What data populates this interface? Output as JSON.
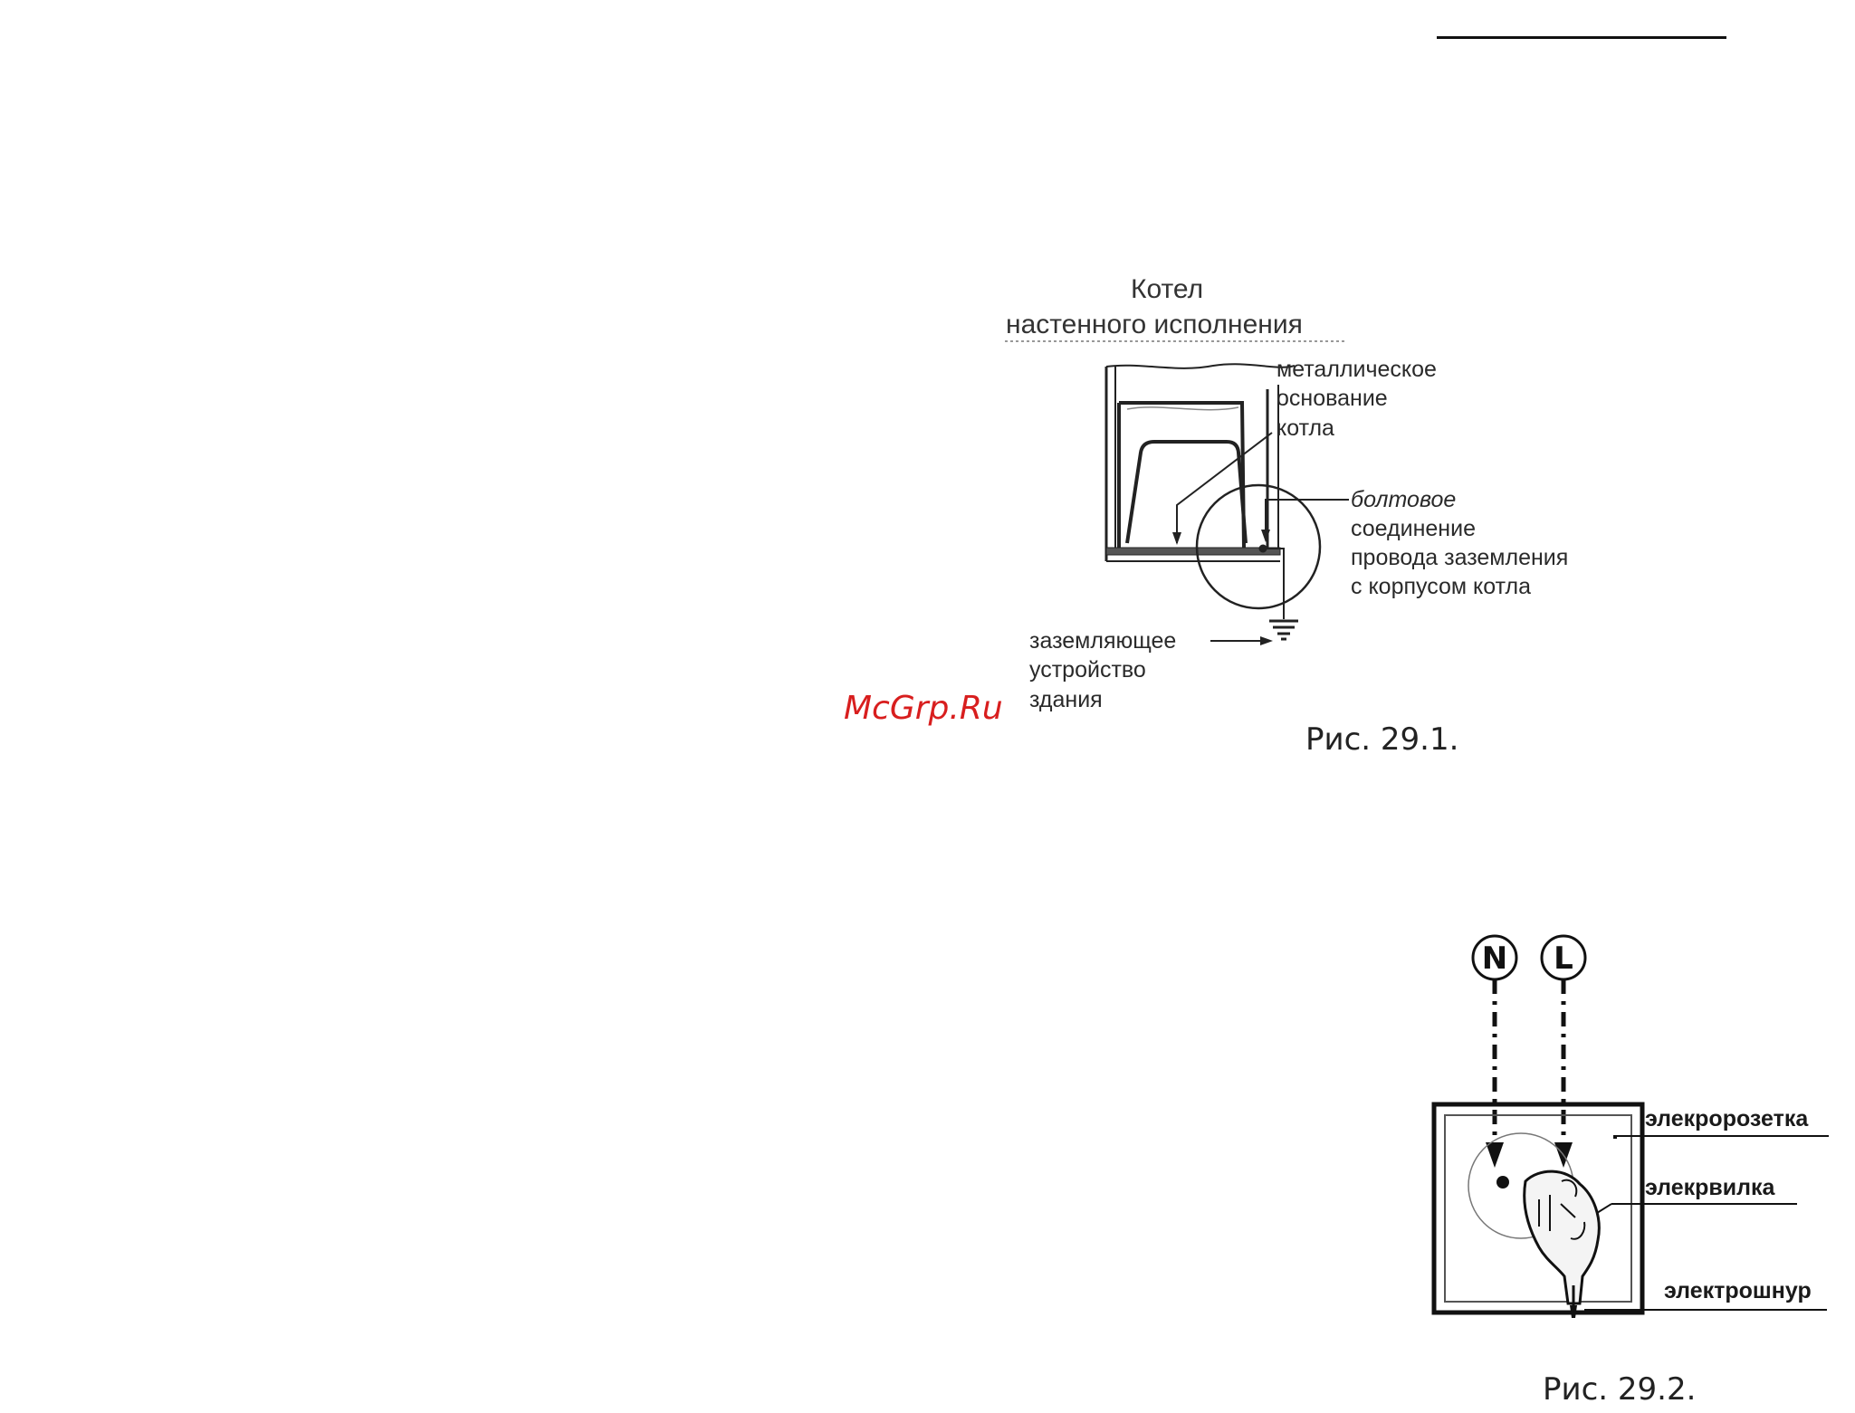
{
  "watermark": "McGrp.Ru",
  "figure_1": {
    "title_line1": "Котел",
    "title_line2": "настенного исполнения",
    "label_base_line1": "металлическое",
    "label_base_line2": "основание",
    "label_base_line3": "котла",
    "label_bolt_line1": "болтовое",
    "label_bolt_line2": "соединение",
    "label_bolt_line3": "провода заземления",
    "label_bolt_line4": "с корпусом котла",
    "label_ground_line1": "заземляющее",
    "label_ground_line2": "устройство",
    "label_ground_line3": "здания",
    "caption": "Рис. 29.1."
  },
  "figure_2": {
    "phase_n": "N",
    "phase_l": "L",
    "label_socket": "элекророзетка",
    "label_plug": "элекрвилка",
    "label_cord": "электрошнур",
    "caption": "Рис. 29.2."
  }
}
